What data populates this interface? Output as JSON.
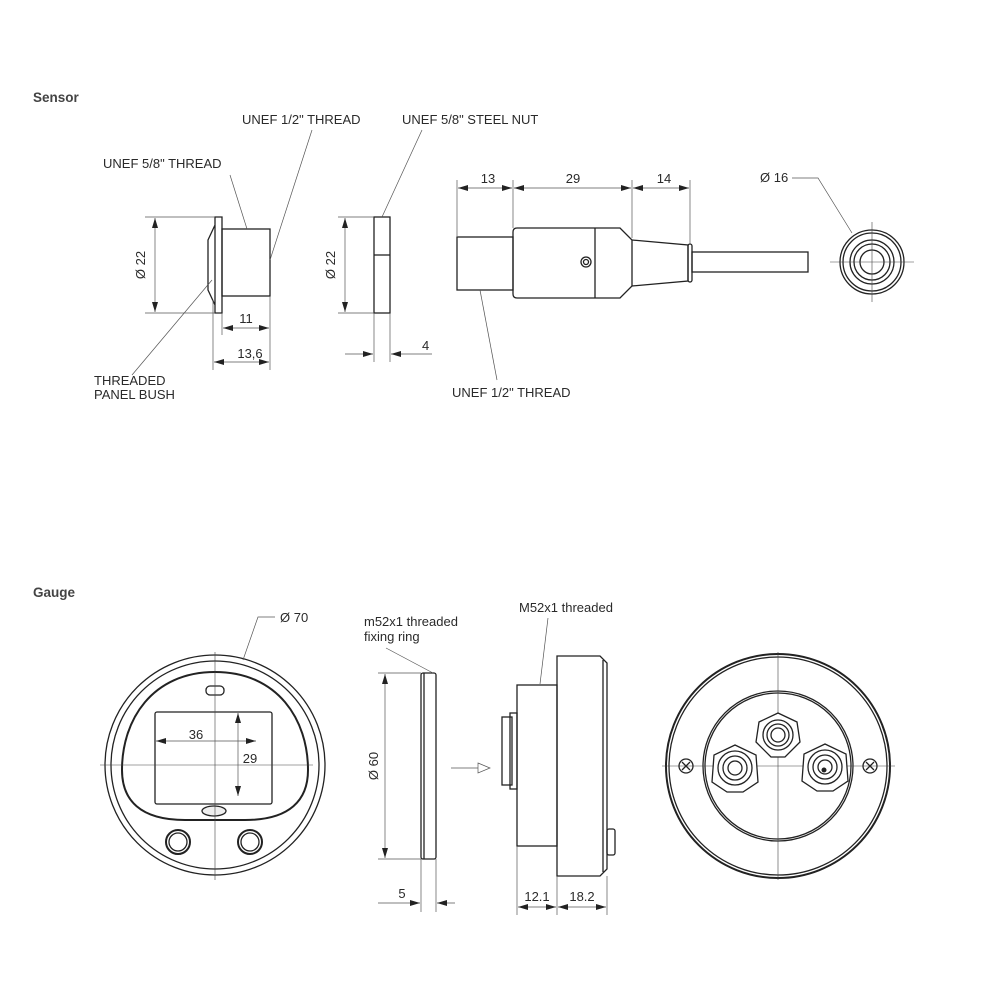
{
  "sections": {
    "sensor": "Sensor",
    "gauge": "Gauge"
  },
  "sensor": {
    "bush": {
      "thread_58_label": "UNEF 5/8\" THREAD",
      "thread_12_label": "UNEF 1/2\" THREAD",
      "bush_label_line1": "THREADED",
      "bush_label_line2": "PANEL BUSH",
      "dia": "Ø 22",
      "len_inner": "11",
      "len_total": "13,6"
    },
    "nut": {
      "label": "UNEF 5/8\" STEEL NUT",
      "dia": "Ø 22",
      "thickness": "4"
    },
    "body": {
      "dim_a": "13",
      "dim_b": "29",
      "dim_c": "14",
      "thread_label": "UNEF 1/2\" THREAD"
    },
    "end_view": {
      "dia": "Ø 16"
    }
  },
  "gauge": {
    "front": {
      "dia": "Ø 70",
      "width": "36",
      "height": "29"
    },
    "ring": {
      "label_line1": "m52x1 threaded",
      "label_line2": "fixing ring",
      "dia": "Ø 60",
      "thickness": "5"
    },
    "side": {
      "label": "M52x1 threaded",
      "dim_a": "12.1",
      "dim_b": "18.2"
    }
  }
}
